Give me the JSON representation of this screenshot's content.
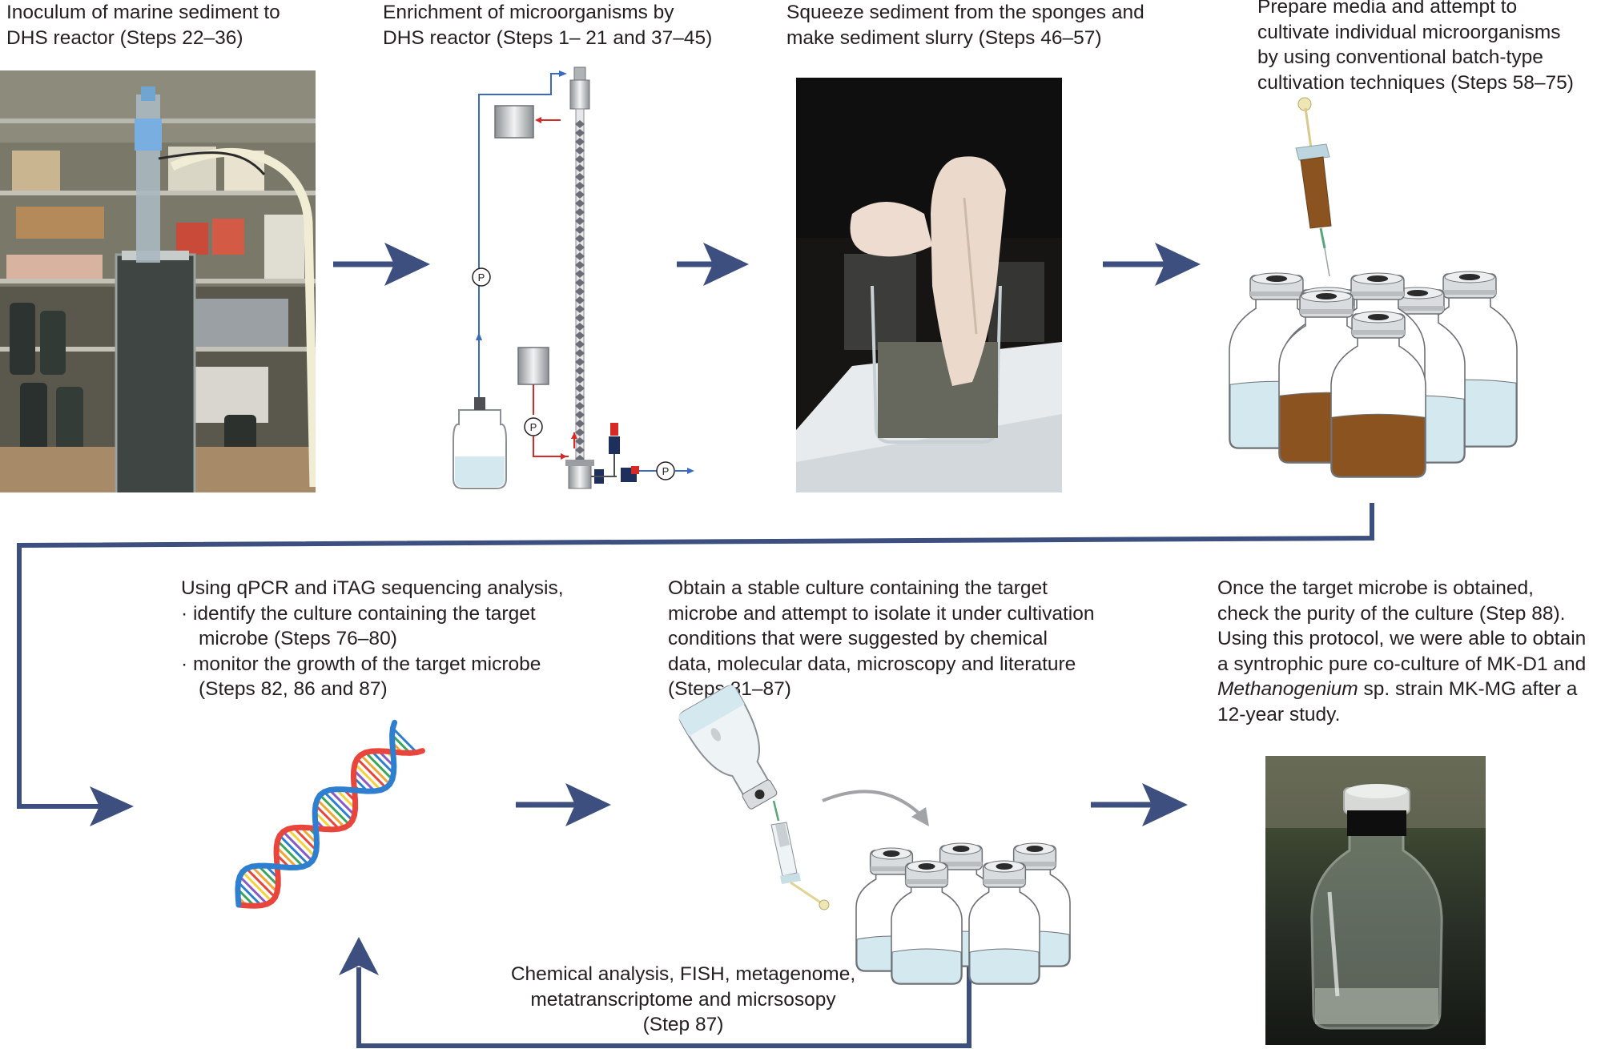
{
  "steps": [
    {
      "id": "inoculum",
      "lines": [
        "Inoculum of marine sediment to",
        "DHS reactor (Steps 22–36)"
      ]
    },
    {
      "id": "enrichment",
      "lines": [
        "Enrichment of microorganisms by",
        "DHS reactor (Steps 1– 21 and 37–45)"
      ]
    },
    {
      "id": "squeeze",
      "lines": [
        "Squeeze sediment from the sponges and",
        "make sediment slurry (Steps 46–57)"
      ]
    },
    {
      "id": "prepare-media",
      "lines": [
        "Prepare media and attempt to",
        "cultivate individual microorganisms",
        "by using conventional batch-type",
        "cultivation techniques (Steps 58–75)"
      ]
    },
    {
      "id": "qpcr",
      "lines": [
        "Using qPCR and iTAG sequencing analysis,",
        "· identify the culture containing the target",
        "microbe (Steps 76–80)",
        "· monitor the growth of the target microbe",
        "(Steps 82, 86 and 87)"
      ]
    },
    {
      "id": "stable-culture",
      "lines": [
        "Obtain a stable culture containing the target",
        "microbe and attempt to isolate it under cultivation",
        "conditions that were suggested by chemical",
        "data, molecular data, microscopy and literature",
        "(Steps 81–87)"
      ]
    },
    {
      "id": "purity",
      "lines": [
        "Once the target microbe is obtained,",
        "check the purity of the culture (Step 88).",
        "Using this protocol, we were able to obtain",
        "a syntrophic pure co-culture of MK-D1 and"
      ],
      "italic": "Methanogenium",
      "italic_rest": " sp. strain MK-MG after a",
      "last": "12-year study."
    },
    {
      "id": "feedback",
      "lines": [
        "Chemical analysis, FISH, metagenome,",
        "metatranscriptome and micrsosopy",
        "(Step 87)"
      ]
    }
  ],
  "pump_label": "P",
  "colors": {
    "arrow": "#3d4f7f",
    "broth": "#8b531f",
    "medium": "#d3e8ef",
    "inflow": "#3a6bc0",
    "recycle": "#d62a27"
  }
}
